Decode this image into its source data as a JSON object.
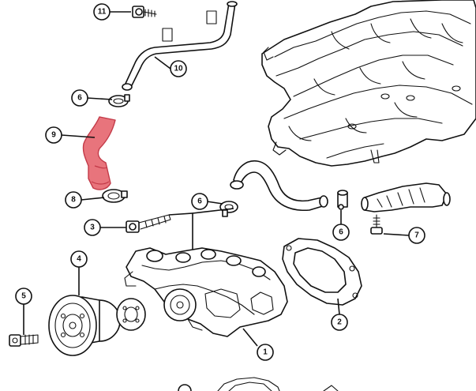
{
  "callouts": [
    {
      "id": "11",
      "label": "11"
    },
    {
      "id": "10",
      "label": "10"
    },
    {
      "id": "6a",
      "label": "6"
    },
    {
      "id": "9",
      "label": "9"
    },
    {
      "id": "8",
      "label": "8"
    },
    {
      "id": "6b",
      "label": "6"
    },
    {
      "id": "3",
      "label": "3"
    },
    {
      "id": "6c",
      "label": "6"
    },
    {
      "id": "7",
      "label": "7"
    },
    {
      "id": "4",
      "label": "4"
    },
    {
      "id": "5",
      "label": "5"
    },
    {
      "id": "2",
      "label": "2"
    },
    {
      "id": "1",
      "label": "1"
    }
  ],
  "colors": {
    "highlight": "#e8747c",
    "line": "#111111",
    "background": "#ffffff"
  }
}
